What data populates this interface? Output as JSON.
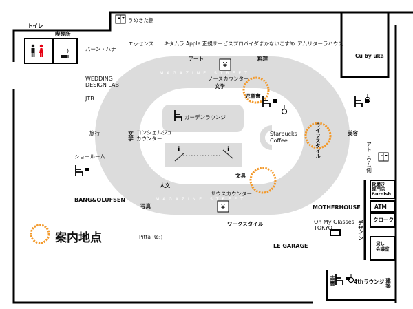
{
  "colors": {
    "wall": "#000000",
    "track": "#dcdcdc",
    "inner": "#eeeeee",
    "marker": "#f39a2c",
    "toilet_male": "#111111",
    "toilet_female": "#e60012"
  },
  "icons": {
    "elevator": "elevator-icon",
    "cafe": "cafe-chair-icon",
    "restroom": "restroom-icon",
    "smoking": "smoking-icon",
    "yen": "yen-icon",
    "info": "info-icon"
  },
  "labels": {
    "toilet": "トイレ",
    "smoking": "喫煙所",
    "umekita_side": "うめきた側",
    "bahn_hana": "バーン・ハナ",
    "essence": "エッセンス",
    "kitamura_apple": "キタムラ Apple 正規サービスプロバイダ",
    "makanai": "まかないこすめ",
    "amuritara": "アムリターラハウス",
    "cu_by_uka": "Cu by uka",
    "art": "アート",
    "cooking": "料理",
    "magazine_street_top": "MAGAZINE STREET",
    "north_counter": "ノースカウンター",
    "literature": "文学",
    "children_books": "児童書",
    "wedding": "WEDDING\nDESIGN LAB",
    "jtb": "JTB",
    "garden_lounge": "ガーデンラウンジ",
    "travel": "旅行",
    "literature2": "文学",
    "concierge": "コンシェルジュ\nカウンター",
    "starbucks": "Starbucks\nCoffee",
    "lifestyle": "ライフスタイル",
    "beauty": "美容",
    "atrium_side": "アトリウム側",
    "showroom": "ショールーム",
    "stationery": "文具",
    "humanities": "人文",
    "south_counter": "サウスカウンター",
    "magazine_street_bottom": "MAGAZINE STREET",
    "bang_olufsen": "BANG&OLUFSEN",
    "photo": "写真",
    "burnish": "靴磨き\n専門店\nBurnish",
    "atm": "ATM",
    "cloak": "クローク",
    "motherhouse": "MOTHERHOUSE",
    "oh_my_glasses": "Oh My Glasses\nTOKYO",
    "design": "デザイン",
    "work_style": "ワークスタイル",
    "pitta": "Pitta Re:)",
    "le_garage": "LE GARAGE",
    "rental_room": "貸し\n会議室",
    "antique_books": "古書",
    "lounge_4th": "4thラウンジ",
    "architecture": "建築"
  },
  "legend": {
    "label": "案内地点"
  }
}
